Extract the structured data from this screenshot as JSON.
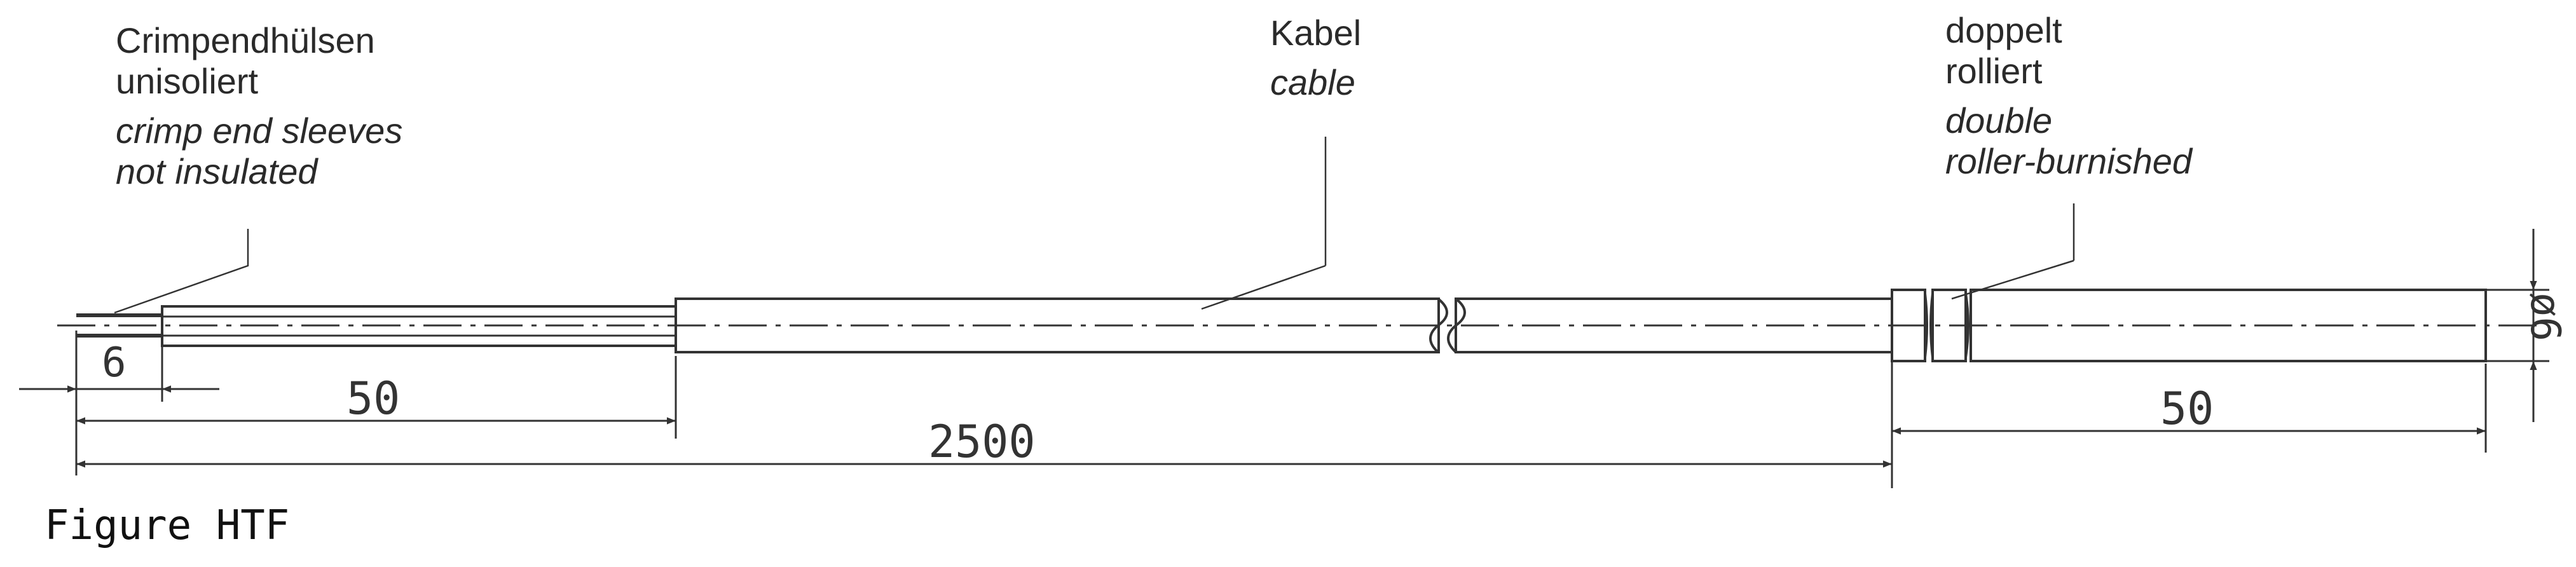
{
  "labels": {
    "crimp": {
      "de_line1": "Crimpendhülsen",
      "de_line2": "unisoliert",
      "en_line1": "crimp end sleeves",
      "en_line2": "not insulated"
    },
    "cable": {
      "de": "Kabel",
      "en": "cable"
    },
    "rolled": {
      "de_line1": "doppelt",
      "de_line2": "rolliert",
      "en_line1": "double",
      "en_line2": "roller-burnished"
    }
  },
  "dimensions": {
    "crimp_len": "6",
    "lead_len": "50",
    "total_len": "2500",
    "sheath_len": "50",
    "diameter": "ø6"
  },
  "caption": "Figure HTF",
  "colors": {
    "line": "#333333",
    "label": "#2a2a2a"
  }
}
